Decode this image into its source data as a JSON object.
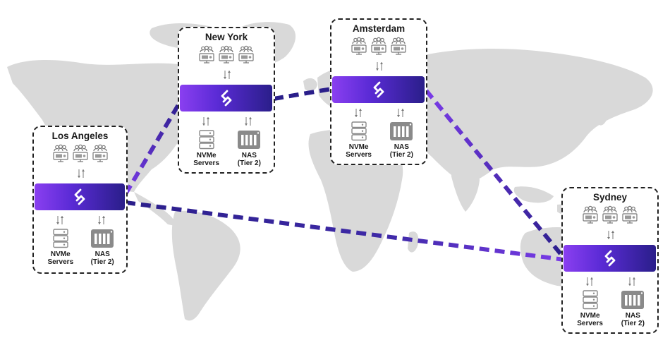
{
  "sites": [
    {
      "id": "los-angeles",
      "title": "Los Angeles",
      "devices": [
        {
          "label1": "NVMe",
          "label2": "Servers"
        },
        {
          "label1": "NAS",
          "label2": "(Tier 2)"
        }
      ]
    },
    {
      "id": "new-york",
      "title": "New York",
      "devices": [
        {
          "label1": "NVMe",
          "label2": "Servers"
        },
        {
          "label1": "NAS",
          "label2": "(Tier 2)"
        }
      ]
    },
    {
      "id": "amsterdam",
      "title": "Amsterdam",
      "devices": [
        {
          "label1": "NVMe",
          "label2": "Servers"
        },
        {
          "label1": "NAS",
          "label2": "(Tier 2)"
        }
      ]
    },
    {
      "id": "sydney",
      "title": "Sydney",
      "devices": [
        {
          "label1": "NVMe",
          "label2": "Servers"
        },
        {
          "label1": "NAS",
          "label2": "(Tier 2)"
        }
      ]
    }
  ],
  "colors": {
    "link_dark": "#2a1e8a",
    "link_light": "#7a3be8",
    "map": "#d9d9d9",
    "border": "#222222"
  },
  "icons": [
    "world-map",
    "users-workstation-icon",
    "hub-logo-icon",
    "server-rack-icon",
    "nas-icon",
    "bidirectional-arrow-icon"
  ]
}
